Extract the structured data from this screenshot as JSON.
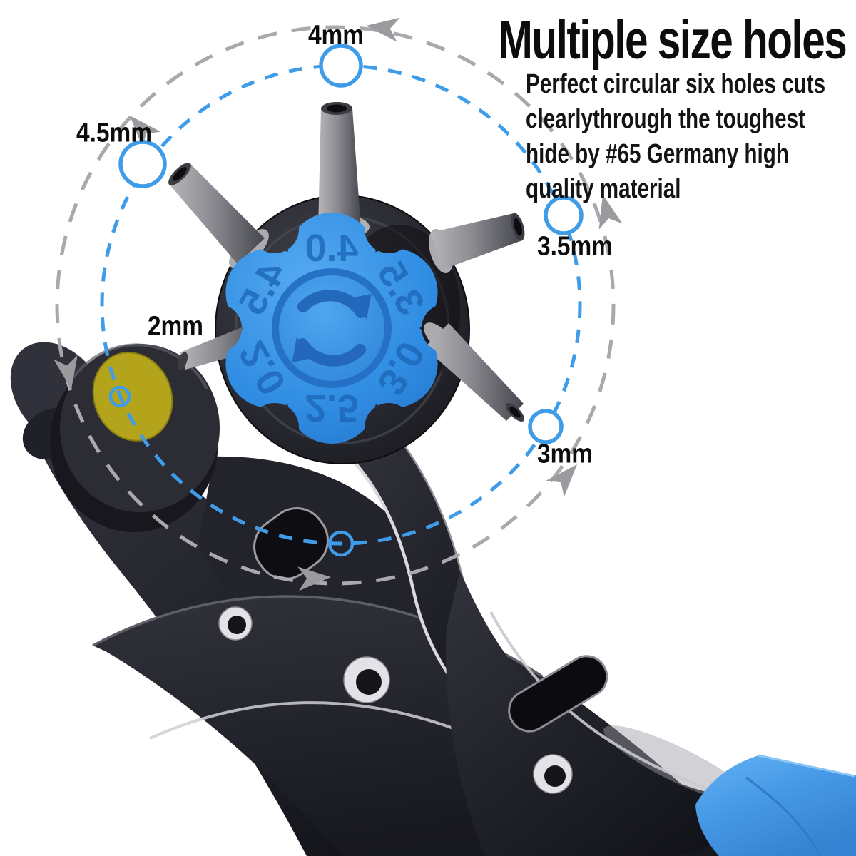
{
  "title": "Multiple size holes",
  "description": {
    "lines": [
      "Perfect circular six holes cuts",
      "clearlythrough the toughest",
      "hide by #65 Germany high",
      "quality material"
    ]
  },
  "hole_sizes": [
    {
      "label": "4mm"
    },
    {
      "label": "4.5mm"
    },
    {
      "label": "3.5mm"
    },
    {
      "label": "2mm"
    },
    {
      "label": "3mm"
    }
  ],
  "dial": {
    "sizes": [
      "4.0",
      "3.5",
      "3.0",
      "2.5",
      "2.0",
      "4.5"
    ],
    "center_icon": "rotate-arrows-icon"
  },
  "colors": {
    "annotation_blue": "#3f9ce9",
    "annotation_gray": "#a9a9ad",
    "dial_blue": "#2f8ce2",
    "grip_blue": "#4da2ec",
    "cutting_pad_yellow": "#b3a41c",
    "tool_body_black": "#26262e",
    "text_black": "#111111"
  }
}
